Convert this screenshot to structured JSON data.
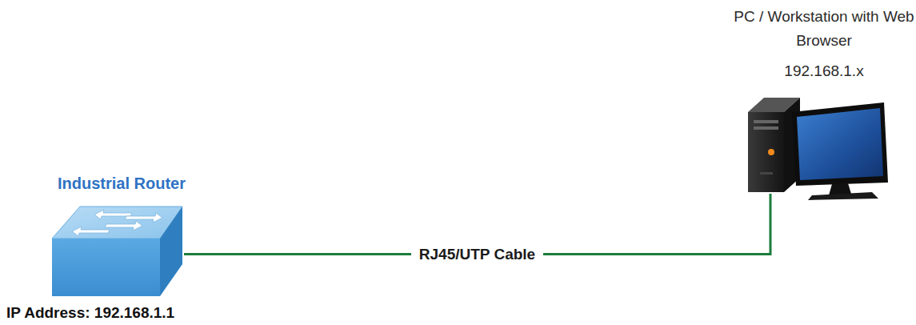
{
  "diagram": {
    "nodes": [
      {
        "text": [
          "Industrial Router",
          "IP Address: 192.168.1.1"
        ]
      },
      {
        "text": [
          "PC / Workstation with Web Browser",
          "192.168.1.x"
        ]
      }
    ],
    "edges": [
      {
        "from": 0,
        "to": 1,
        "arrow": "none",
        "label": "RJ45/UTP Cable"
      }
    ]
  }
}
